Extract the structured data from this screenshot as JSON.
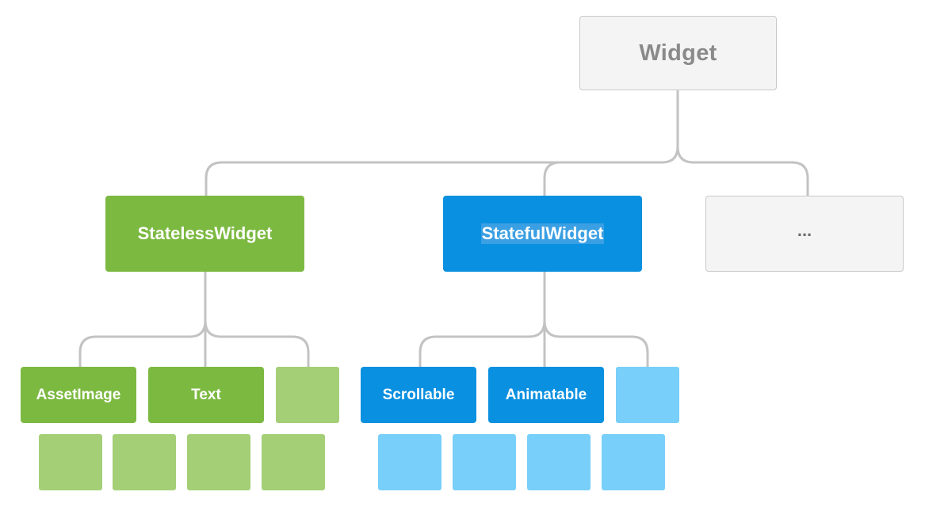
{
  "diagram": {
    "root": {
      "label": "Widget"
    },
    "level1": {
      "stateless": {
        "label": "StatelessWidget"
      },
      "stateful": {
        "label": "StatefulWidget"
      },
      "other": {
        "label": "..."
      }
    },
    "level2": {
      "stateless_children": [
        {
          "label": "AssetImage"
        },
        {
          "label": "Text"
        },
        {
          "label": ""
        }
      ],
      "stateful_children": [
        {
          "label": "Scrollable"
        },
        {
          "label": "Animatable"
        },
        {
          "label": ""
        }
      ]
    }
  },
  "colors": {
    "green": "#7cb941",
    "light_green": "#a4cf77",
    "blue": "#0a90e0",
    "light_blue": "#78cff9",
    "neutral_bg": "#f4f4f4",
    "neutral_border": "#c9c9c9",
    "connector": "#c3c3c3"
  }
}
